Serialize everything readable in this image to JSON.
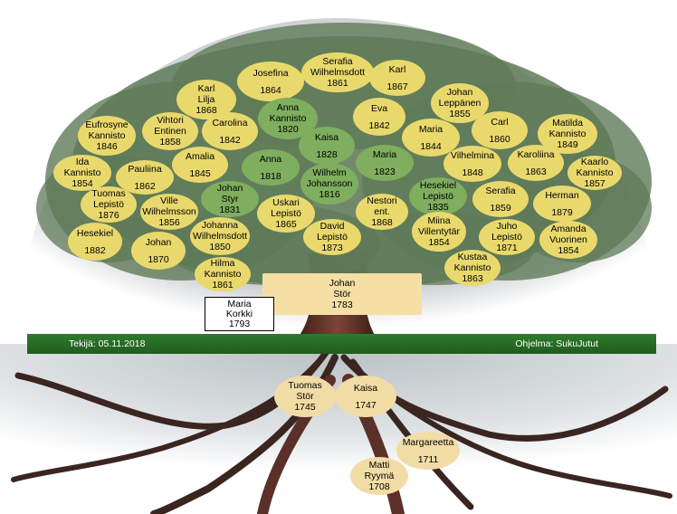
{
  "colors": {
    "sky": "#c9cdcf",
    "foliage": "#5f7a58",
    "leaf_yellow": "#e9d96d",
    "leaf_green": "#7fae5e",
    "ground": "#2f7a2c",
    "trunk": "#5a3028",
    "root": "#3a2520"
  },
  "footer": {
    "author": "Tekijä: 05.11.2018",
    "program": "Ohjelma: SukuJutut"
  },
  "focus_person": {
    "line1": "Johan",
    "line2": "Stör",
    "year": "1783"
  },
  "spouse": {
    "line1": "Maria",
    "line2": "Korkki",
    "year": "1793"
  },
  "descendants": [
    {
      "name": "Josefina",
      "year": "1864",
      "style": "y"
    },
    {
      "name": "Serafia Wilhelmsdott",
      "year": "1861",
      "style": "y"
    },
    {
      "name": "Karl",
      "year": "1867",
      "style": "y"
    },
    {
      "name": "Karl Lilja",
      "year": "1868",
      "style": "y"
    },
    {
      "name": "Anna Kannisto",
      "year": "1820",
      "style": "g"
    },
    {
      "name": "Johan Leppänen",
      "year": "1855",
      "style": "y"
    },
    {
      "name": "Eufrosyne Kannisto",
      "year": "1846",
      "style": "y"
    },
    {
      "name": "Vihtori Entinen",
      "year": "1858",
      "style": "y"
    },
    {
      "name": "Carolina",
      "year": "1842",
      "style": "y"
    },
    {
      "name": "Eva",
      "year": "1842",
      "style": "y"
    },
    {
      "name": "Maria",
      "year": "1844",
      "style": "y"
    },
    {
      "name": "Carl",
      "year": "1860",
      "style": "y"
    },
    {
      "name": "Matilda Kannisto",
      "year": "1849",
      "style": "y"
    },
    {
      "name": "Kaisa",
      "year": "1828",
      "style": "g"
    },
    {
      "name": "Ida Kannisto",
      "year": "1854",
      "style": "y"
    },
    {
      "name": "Amalia",
      "year": "1845",
      "style": "y"
    },
    {
      "name": "Anna",
      "year": "1818",
      "style": "g"
    },
    {
      "name": "Maria",
      "year": "1823",
      "style": "g"
    },
    {
      "name": "Vilhelmina",
      "year": "1848",
      "style": "y"
    },
    {
      "name": "Karoliina",
      "year": "1863",
      "style": "y"
    },
    {
      "name": "Kaarlo Kannisto",
      "year": "1857",
      "style": "y"
    },
    {
      "name": "Pauliina",
      "year": "1862",
      "style": "y"
    },
    {
      "name": "Wilhelm Johansson",
      "year": "1816",
      "style": "g"
    },
    {
      "name": "Tuomas Lepistö",
      "year": "1876",
      "style": "y"
    },
    {
      "name": "Johan Styr",
      "year": "1831",
      "style": "g"
    },
    {
      "name": "Hesekiel Lepistö",
      "year": "1835",
      "style": "g"
    },
    {
      "name": "Serafia",
      "year": "1859",
      "style": "y"
    },
    {
      "name": "Herman",
      "year": "1879",
      "style": "y"
    },
    {
      "name": "Ville Wilhelmsson",
      "year": "1856",
      "style": "y"
    },
    {
      "name": "Uskari Lepistö",
      "year": "1865",
      "style": "y"
    },
    {
      "name": "Nestori ent.",
      "year": "1868",
      "style": "y"
    },
    {
      "name": "Johanna Wilhelmsdott",
      "year": "1850",
      "style": "y"
    },
    {
      "name": "Hesekiel",
      "year": "1882",
      "style": "y"
    },
    {
      "name": "David Lepistö",
      "year": "1873",
      "style": "y"
    },
    {
      "name": "Miina Villentytär",
      "year": "1854",
      "style": "y"
    },
    {
      "name": "Juho Lepistö",
      "year": "1871",
      "style": "y"
    },
    {
      "name": "Amanda Vuorinen",
      "year": "1854",
      "style": "y"
    },
    {
      "name": "Johan",
      "year": "1870",
      "style": "y"
    },
    {
      "name": "Hilma Kannisto",
      "year": "1861",
      "style": "y"
    },
    {
      "name": "Kustaa Kannisto",
      "year": "1863",
      "style": "y"
    }
  ],
  "ancestors": [
    {
      "name": "Tuomas Stör",
      "year": "1745"
    },
    {
      "name": "Kaisa",
      "year": "1747"
    },
    {
      "name": "Margareetta",
      "year": "1711"
    },
    {
      "name": "Matti Ryymä",
      "year": "1708"
    }
  ]
}
